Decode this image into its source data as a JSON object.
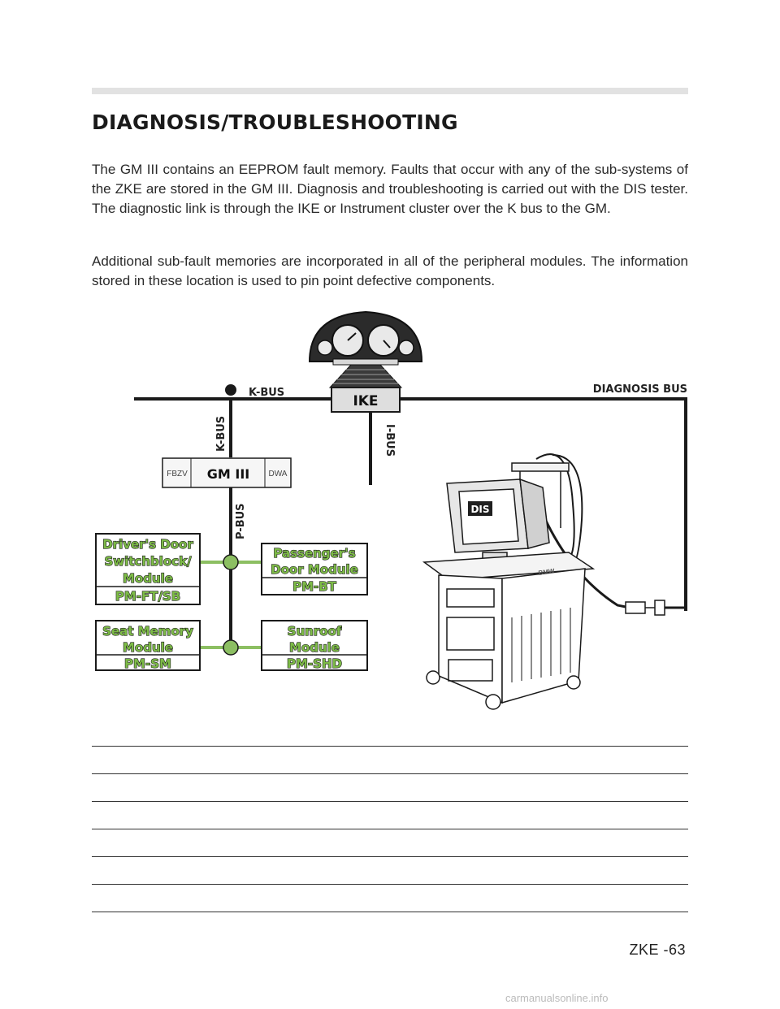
{
  "heading": "DIAGNOSIS/TROUBLESHOOTING",
  "paragraphs": [
    "The GM III contains an EEPROM fault memory.  Faults that occur with any of the sub-systems of the ZKE are stored in the GM III.  Diagnosis and troubleshooting is carried out with the DIS tester.  The diagnostic link is through the IKE or Instrument cluster over the K bus to the GM.",
    "Additional sub-fault memories are incorporated in all of the peripheral modules.  The information stored in these location is used to pin point defective components."
  ],
  "diagram": {
    "labels": {
      "k_bus_horizontal": "K-BUS",
      "k_bus_vertical": "K-BUS",
      "i_bus": "I-BUS",
      "p_bus": "P-BUS",
      "diagnosis_bus": "DIAGNOSIS BUS",
      "ike": "IKE",
      "gm": "GM III",
      "fbzv": "FBZV",
      "dwa": "DWA",
      "dis": "DIS",
      "bmw": "BMW"
    },
    "modules": {
      "drivers_door": [
        "Driver's Door",
        "Switchblock/",
        "Module",
        "PM-FT/SB"
      ],
      "passengers_door": [
        "Passenger's",
        "Door Module",
        "PM-BT"
      ],
      "seat_memory": [
        "Seat Memory",
        "Module",
        "PM-SM"
      ],
      "sunroof": [
        "Sunroof",
        "Module",
        "PM-SHD"
      ]
    },
    "colors": {
      "p_bus_link": "#8cbf62",
      "module_text": "#7dbb47",
      "line": "#1a1a1a"
    }
  },
  "page_number": "ZKE -63",
  "watermark": "carmanualsonline.info"
}
